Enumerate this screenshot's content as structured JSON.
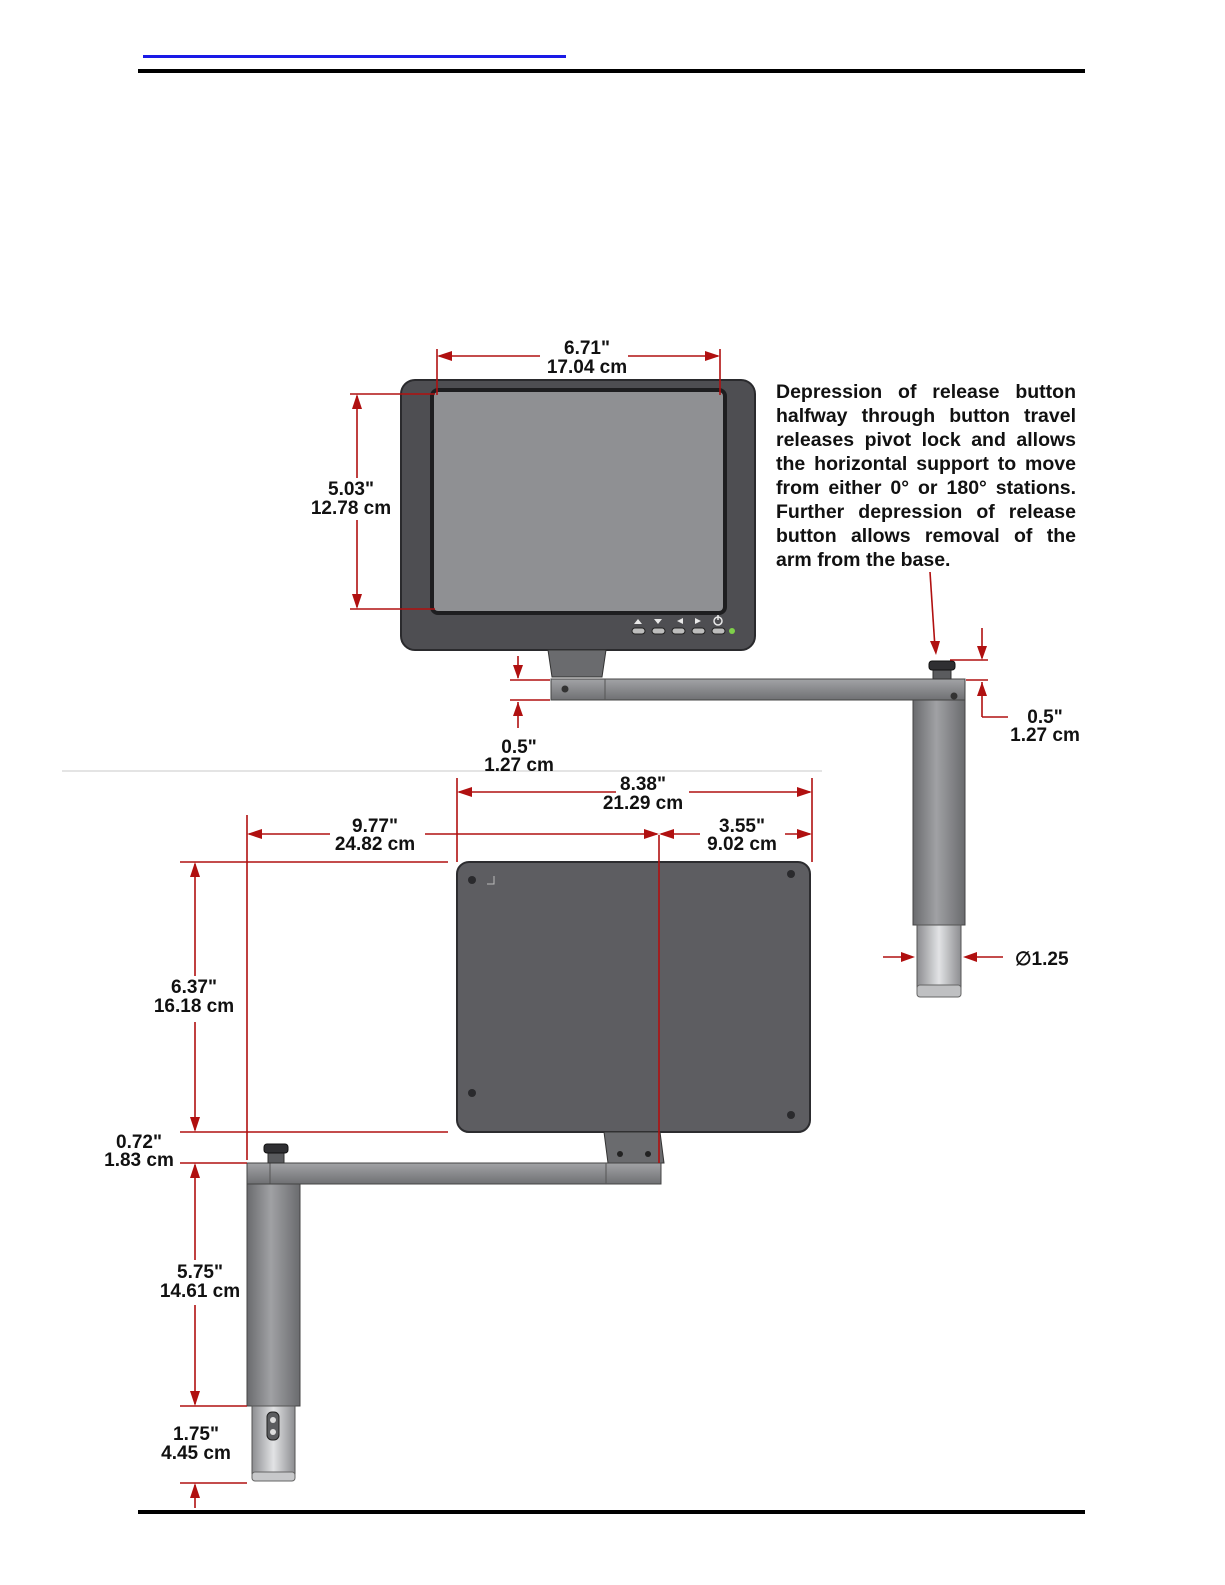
{
  "header": {
    "link_text": "",
    "accent_color": "#1a1ae6",
    "rule_color": "#000000"
  },
  "note": {
    "text": "Depression of release button halfway through button travel releases pivot lock and allows the horizontal support to move from either 0° or 180° stations. Further depression of release button allows removal of the arm from the base."
  },
  "dimensions": {
    "screen_width": {
      "in": "6.71\"",
      "cm": "17.04 cm"
    },
    "screen_height": {
      "in": "5.03\"",
      "cm": "12.78 cm"
    },
    "arm_offset_front": {
      "in": "0.5\"",
      "cm": "1.27 cm"
    },
    "arm_offset_side": {
      "in": "0.5\"",
      "cm": "1.27 cm"
    },
    "back_width": {
      "in": "8.38\"",
      "cm": "21.29 cm"
    },
    "reach": {
      "in": "9.77\"",
      "cm": "24.82 cm"
    },
    "mount_offset": {
      "in": "3.55\"",
      "cm": "9.02 cm"
    },
    "back_height": {
      "in": "6.37\"",
      "cm": "16.18 cm"
    },
    "arm_gap": {
      "in": "0.72\"",
      "cm": "1.83 cm"
    },
    "post_length": {
      "in": "5.75\"",
      "cm": "14.61 cm"
    },
    "collar_length": {
      "in": "1.75\"",
      "cm": "4.45 cm"
    },
    "post_diameter": "∅1.25"
  },
  "colors": {
    "dimension_red": "#b01010",
    "monitor_body": "#4e4e52",
    "screen": "#8f9093",
    "arm": "#8a8b8e",
    "back_panel": "#5d5d61"
  },
  "icons": {
    "front_buttons": [
      "up-arrow-icon",
      "down-arrow-icon",
      "left-arrow-icon",
      "right-arrow-icon",
      "power-icon"
    ]
  }
}
